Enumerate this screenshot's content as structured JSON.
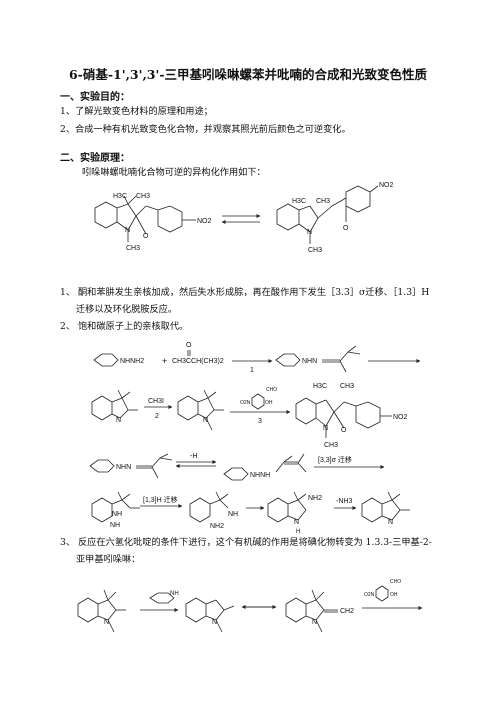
{
  "doc": {
    "title": "6-硝基-1',3',3'-三甲基吲哚啉螺苯并吡喃的合成和光致变色性质",
    "s1": {
      "heading": "一、实验目的：",
      "items": [
        "1、了解光致变色材料的原理和用途；",
        "2、合成一种有机光致变色化合物，并观察其照光前后颜色之可逆变化。"
      ]
    },
    "s2": {
      "heading": "二、实验原理：",
      "intro": "吲哚啉螺吡喃化合物可逆的异构化作用如下：",
      "item1_line1": "1、 酮和苯肼发生亲核加成，然后失水形成腙，再在酸作用下发生［3.3］σ迁移、［1.3］H",
      "item1_line2": "迁移以及环化脱胺反应。",
      "item2": "2、 饱和碳原子上的亲核取代。",
      "item3_line1": "3、 反应在六氢化吡啶的条件下进行，这个有机碱的作用是将碘化物转变为 1.3.3-三甲基-2-",
      "item3_line2": "亚甲基吲哚啉："
    }
  },
  "chem": {
    "h3c": "H3C",
    "ch3": "CH3",
    "n": "N",
    "o": "O",
    "no2": "NO2",
    "nh": "NH",
    "h": "H",
    "nhnh2": "NHNH2",
    "plus": "+",
    "ketone": "CH3CCH(CH3)2",
    "carbonyl_o": "O",
    "nhn": "NHN",
    "nhnh": "NHNH",
    "nh2": "NH2",
    "ch2": "CH2",
    "ch3i": "CH3I",
    "cho": "CHO",
    "oh": "OH",
    "o2n": "O2N",
    "minus_h": "-H",
    "sigma_shift": "[3,3]σ 迁移",
    "h_shift": "[1,3]H 迁移",
    "minus_nh3": "-NH3",
    "step1": "1",
    "step2": "2",
    "step3": "3"
  }
}
